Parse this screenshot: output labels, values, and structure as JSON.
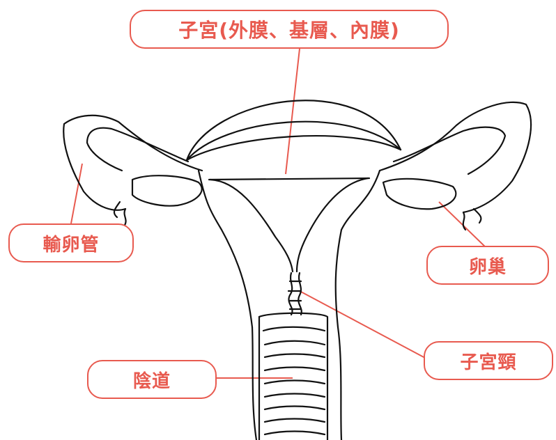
{
  "labels": {
    "uterus": "子宮(外膜、基層、內膜)",
    "fallopian_tube": "輸卵管",
    "ovary": "卵巢",
    "cervix": "子宮頸",
    "vagina": "陰道"
  },
  "colors": {
    "accent": "#e85a4f",
    "outline": "#111111"
  }
}
